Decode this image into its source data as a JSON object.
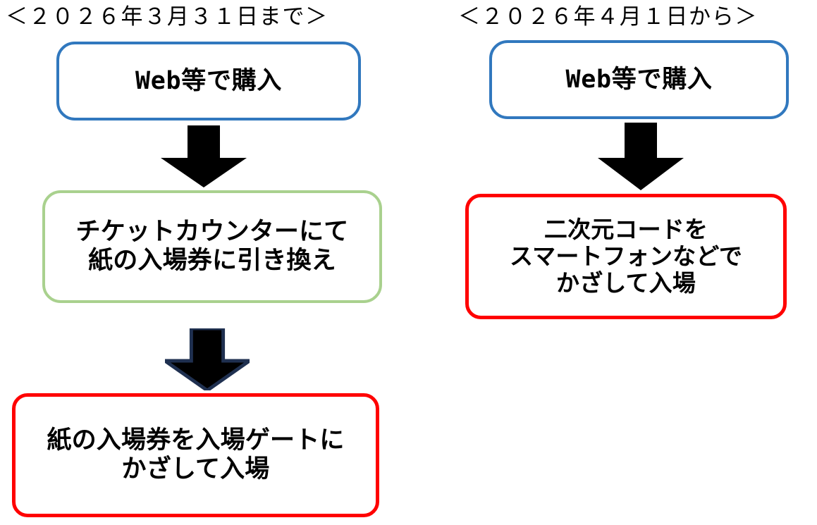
{
  "diagram": {
    "title_left": "＜２０２６年３月３１日まで＞",
    "title_right": "＜２０２６年４月１日から＞",
    "columns": [
      {
        "id": "before-2026-03-31",
        "heading": "＜２０２６年３月３１日まで＞",
        "steps": [
          {
            "id": "purchase-web",
            "text": "Web等で購入",
            "border_color": "#3178be",
            "shape": "rounded-rect"
          },
          {
            "id": "exchange-paper-ticket",
            "text": "チケットカウンターにて\n紙の入場券に引き換え",
            "border_color": "#a9d18e",
            "shape": "rounded-rect"
          },
          {
            "id": "enter-with-paper-ticket",
            "text": "紙の入場券を入場ゲートに\nかざして入場",
            "border_color": "#ff0000",
            "shape": "rounded-rect"
          }
        ],
        "arrows": [
          {
            "id": "arrow-purchase-to-exchange",
            "direction": "down",
            "fill": "#000000"
          },
          {
            "id": "arrow-exchange-to-entry",
            "direction": "down",
            "fill": "#000000",
            "outline": "#1f3050"
          }
        ]
      },
      {
        "id": "from-2026-04-01",
        "heading": "＜２０２６年４月１日から＞",
        "steps": [
          {
            "id": "purchase-web",
            "text": "Web等で購入",
            "border_color": "#3178be",
            "shape": "rounded-rect"
          },
          {
            "id": "enter-with-qr-code",
            "text": "二次元コードを\nスマートフォンなどで\nかざして入場",
            "border_color": "#ff0000",
            "shape": "rounded-rect"
          }
        ],
        "arrows": [
          {
            "id": "arrow-purchase-to-entry",
            "direction": "down",
            "fill": "#000000"
          }
        ]
      }
    ],
    "colors": {
      "blue_border": "#3178be",
      "green_border": "#a9d18e",
      "red_border": "#ff0000",
      "arrow_fill": "#000000",
      "arrow_outline": "#1f3050",
      "background": "#ffffff",
      "text": "#000000"
    }
  }
}
